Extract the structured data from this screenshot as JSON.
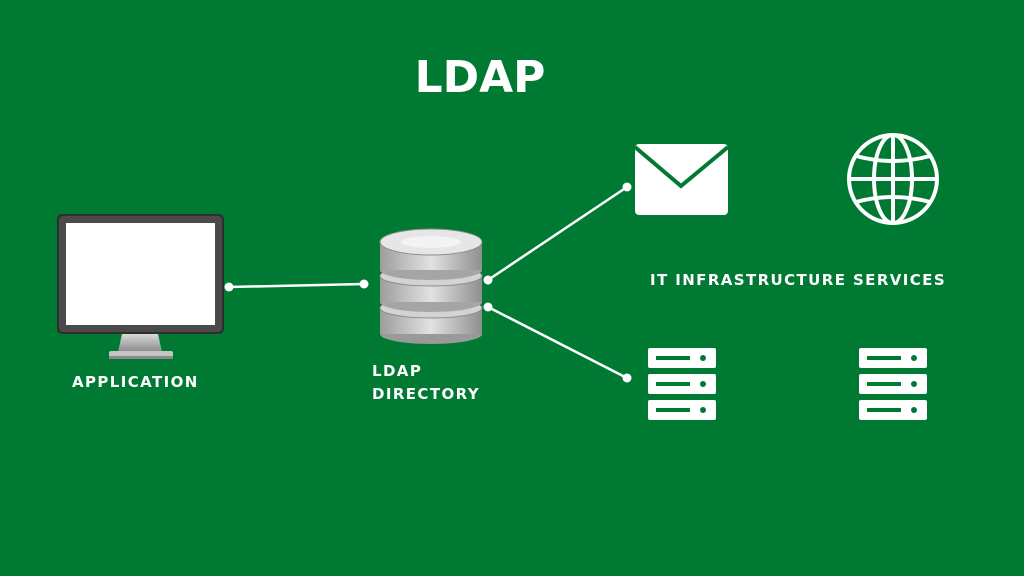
{
  "diagram": {
    "title": "LDAP",
    "nodes": {
      "application": {
        "label": "APPLICATION",
        "icon": "monitor-icon"
      },
      "directory": {
        "label_line1": "LDAP",
        "label_line2": "DIRECTORY",
        "icon": "database-icon"
      },
      "infrastructure": {
        "label": "IT INFRASTRUCTURE SERVICES",
        "icons": [
          "mail-icon",
          "globe-icon",
          "server-icon",
          "server-icon"
        ]
      }
    },
    "edges": [
      {
        "from": "application",
        "to": "directory"
      },
      {
        "from": "directory",
        "to": "mail-icon"
      },
      {
        "from": "directory",
        "to": "server-icon"
      }
    ]
  },
  "colors": {
    "background": "#007a33",
    "foreground": "#ffffff",
    "monitor_frame": "#2e2e2e",
    "database_gray": "#b9b9b9"
  }
}
